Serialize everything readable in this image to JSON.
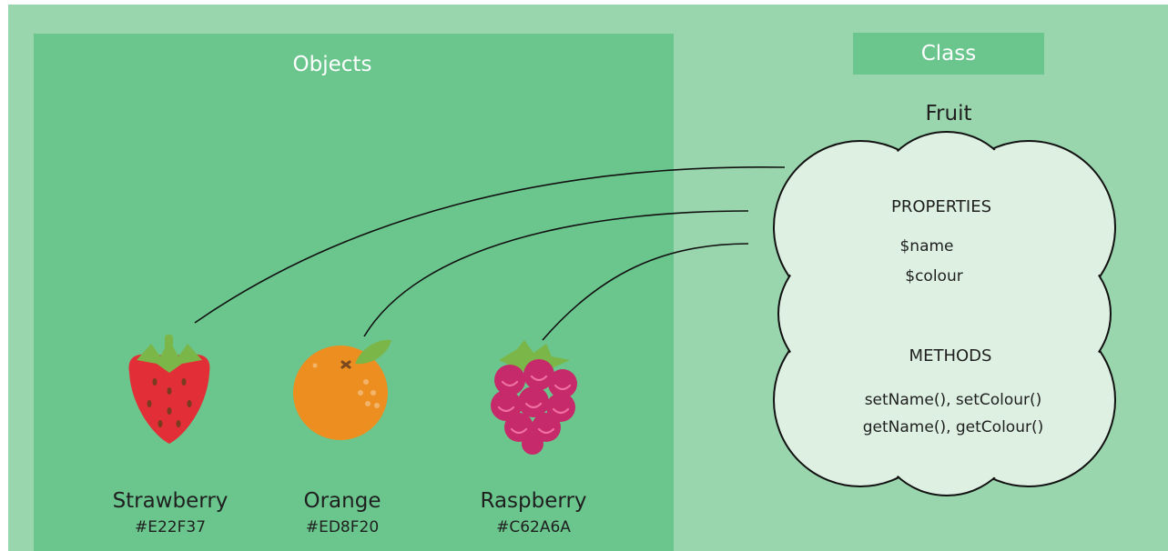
{
  "objects_panel": {
    "title": "Objects"
  },
  "class_panel": {
    "badge": "Class",
    "class_name": "Fruit",
    "properties_heading": "PROPERTIES",
    "properties": [
      "$name",
      "$colour"
    ],
    "methods_heading": "METHODS",
    "methods": [
      "setName(), setColour()",
      "getName(), getColour()"
    ]
  },
  "fruits": [
    {
      "name": "Strawberry",
      "hex": "#E22F37",
      "icon": "strawberry-icon"
    },
    {
      "name": "Orange",
      "hex": "#ED8F20",
      "icon": "orange-icon"
    },
    {
      "name": "Raspberry",
      "hex": "#C62A6A",
      "icon": "raspberry-icon"
    }
  ],
  "colors": {
    "background": "#9ad6ad",
    "objects_panel": "#6bc68e",
    "cloud_fill": "#ddf0e2",
    "strawberry": "#E22F37",
    "orange": "#ED8F20",
    "raspberry": "#C62A6A",
    "leaf": "#7ab648"
  }
}
